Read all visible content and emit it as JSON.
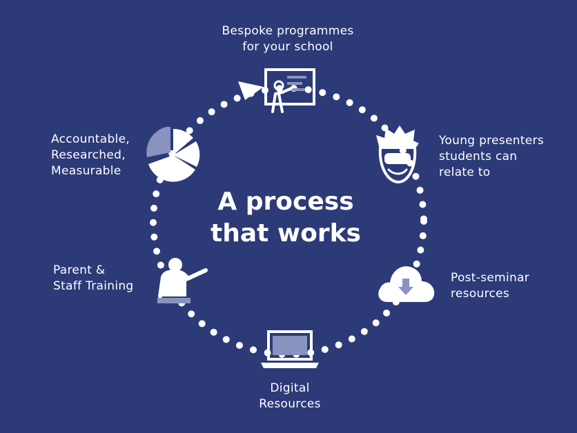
{
  "center": {
    "line1": "A process",
    "line2": "that works"
  },
  "steps": [
    {
      "id": "bespoke",
      "icon": "teacher-board-icon",
      "lines": [
        "Bespoke programmes",
        "for your school"
      ]
    },
    {
      "id": "presenters",
      "icon": "young-presenter-face-icon",
      "lines": [
        "Young presenters",
        "students can",
        "relate to"
      ]
    },
    {
      "id": "post-seminar",
      "icon": "cloud-download-icon",
      "lines": [
        "Post-seminar",
        "resources"
      ]
    },
    {
      "id": "digital",
      "icon": "laptop-icon",
      "lines": [
        "Digital",
        "Resources"
      ]
    },
    {
      "id": "training",
      "icon": "lecturer-pointer-icon",
      "lines": [
        "Parent &",
        "Staff Training"
      ]
    },
    {
      "id": "accountable",
      "icon": "pie-chart-icon",
      "lines": [
        "Accountable,",
        "Researched,",
        "Measurable"
      ]
    }
  ],
  "colors": {
    "background": "#2c3a78",
    "foreground": "#ffffff",
    "icon_fill_muted": "#8a93c0"
  }
}
